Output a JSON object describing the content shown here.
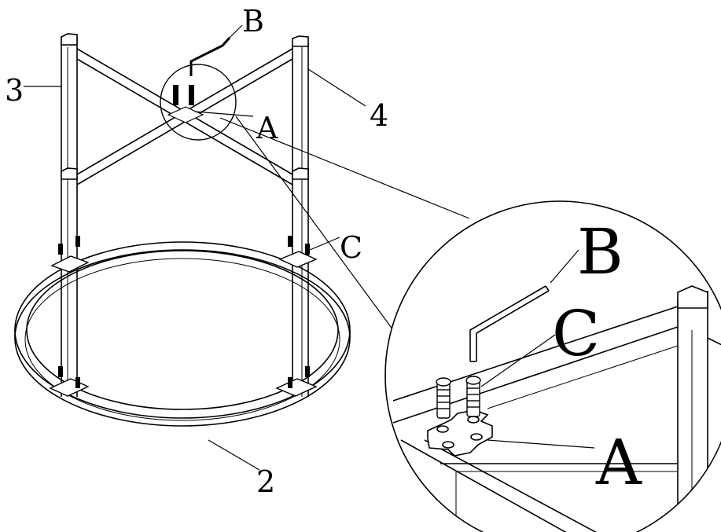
{
  "labels": {
    "part_2": "2",
    "part_3": "3",
    "part_4": "4",
    "part_a": "A",
    "part_b": "B",
    "part_c": "C",
    "detail_a": "A",
    "detail_b": "B",
    "detail_c": "C"
  },
  "colors": {
    "ink": "#000000",
    "paper": "#ffffff"
  }
}
